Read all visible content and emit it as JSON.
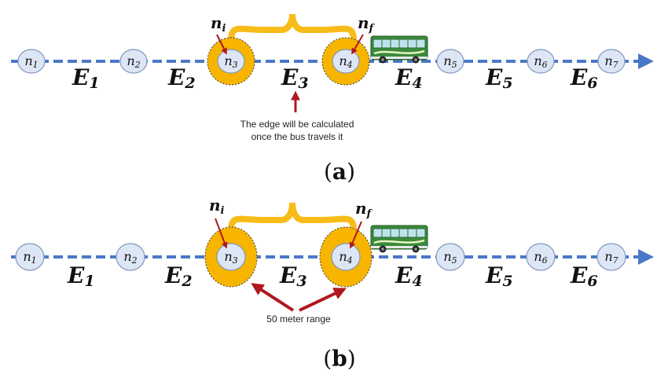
{
  "panels": [
    {
      "id": "a",
      "caption_open": "(",
      "caption_letter": "a",
      "caption_close": ")",
      "nodes": [
        {
          "base": "n",
          "sub": "1"
        },
        {
          "base": "n",
          "sub": "2"
        },
        {
          "base": "n",
          "sub": "3"
        },
        {
          "base": "n",
          "sub": "4"
        },
        {
          "base": "n",
          "sub": "5"
        },
        {
          "base": "n",
          "sub": "6"
        },
        {
          "base": "n",
          "sub": "7"
        }
      ],
      "edges": [
        {
          "base": "E",
          "sub": "1"
        },
        {
          "base": "E",
          "sub": "2"
        },
        {
          "base": "E",
          "sub": "3"
        },
        {
          "base": "E",
          "sub": "4"
        },
        {
          "base": "E",
          "sub": "5"
        },
        {
          "base": "E",
          "sub": "6"
        }
      ],
      "ni": {
        "base": "n",
        "sub": "i"
      },
      "nf": {
        "base": "n",
        "sub": "f"
      },
      "note_lines": [
        "The edge will be calculated",
        "once the bus travels it"
      ]
    },
    {
      "id": "b",
      "caption_open": "(",
      "caption_letter": "b",
      "caption_close": ")",
      "nodes": [
        {
          "base": "n",
          "sub": "1"
        },
        {
          "base": "n",
          "sub": "2"
        },
        {
          "base": "n",
          "sub": "3"
        },
        {
          "base": "n",
          "sub": "4"
        },
        {
          "base": "n",
          "sub": "5"
        },
        {
          "base": "n",
          "sub": "6"
        },
        {
          "base": "n",
          "sub": "7"
        }
      ],
      "edges": [
        {
          "base": "E",
          "sub": "1"
        },
        {
          "base": "E",
          "sub": "2"
        },
        {
          "base": "E",
          "sub": "3"
        },
        {
          "base": "E",
          "sub": "4"
        },
        {
          "base": "E",
          "sub": "5"
        },
        {
          "base": "E",
          "sub": "6"
        }
      ],
      "ni": {
        "base": "n",
        "sub": "i"
      },
      "nf": {
        "base": "n",
        "sub": "f"
      },
      "note_lines": [
        "50 meter range"
      ]
    }
  ],
  "colors": {
    "route": "#4a78c8",
    "node_fill": "#dde6f4",
    "node_stroke": "#7f97bf",
    "zone": "#f7b500",
    "brace": "#f7b500",
    "arrow": "#b0171f",
    "bus_body": "#3a8a3c",
    "bus_window": "#bfe3ee"
  },
  "icons": [
    "bus-icon"
  ]
}
